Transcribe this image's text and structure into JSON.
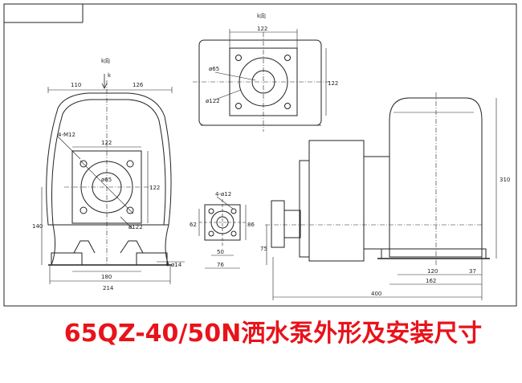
{
  "view_label": "k向",
  "k_arrow_label": "k",
  "dims": {
    "d110": "110",
    "d126": "126",
    "m12": "4-M12",
    "d122a": "122",
    "d122v": "122",
    "d65a": "ø65",
    "d122b": "ø122",
    "d140": "140",
    "d180": "180",
    "d214": "214",
    "d14": "4-ø14",
    "top122": "122",
    "top122v": "122",
    "top65": "ø65",
    "top122c": "ø122",
    "f12": "4-ø12",
    "f62": "62",
    "f86": "86",
    "f50": "50",
    "f76": "76",
    "d75": "75",
    "d310": "310",
    "d120": "120",
    "d37": "37",
    "d162": "162",
    "d400": "400"
  },
  "caption": "65QZ-40/50N洒水泵外形及安装尺寸"
}
